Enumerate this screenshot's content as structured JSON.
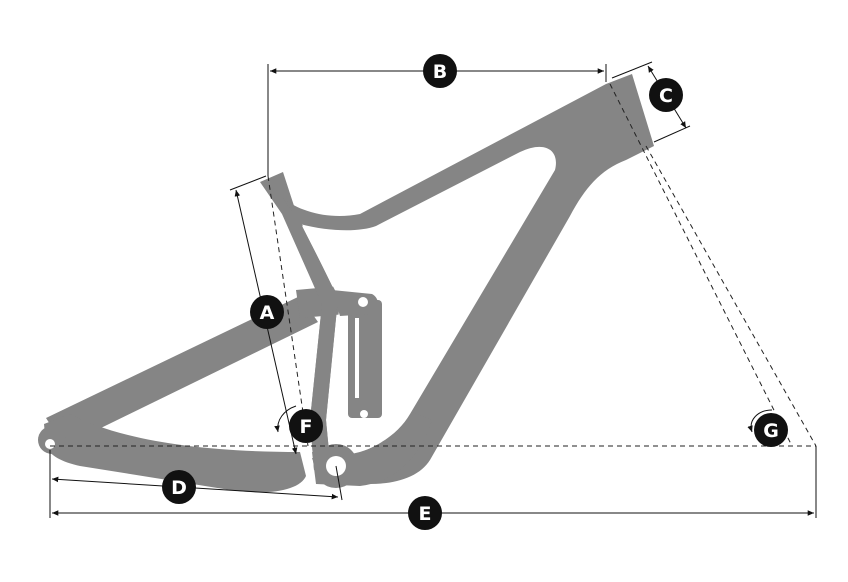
{
  "labels": {
    "A": "A",
    "B": "B",
    "C": "C",
    "D": "D",
    "E": "E",
    "F": "F",
    "G": "G"
  },
  "colors": {
    "frame": "#858585",
    "lines": "#111111",
    "badge": "#111111",
    "badge_text": "#ffffff"
  }
}
